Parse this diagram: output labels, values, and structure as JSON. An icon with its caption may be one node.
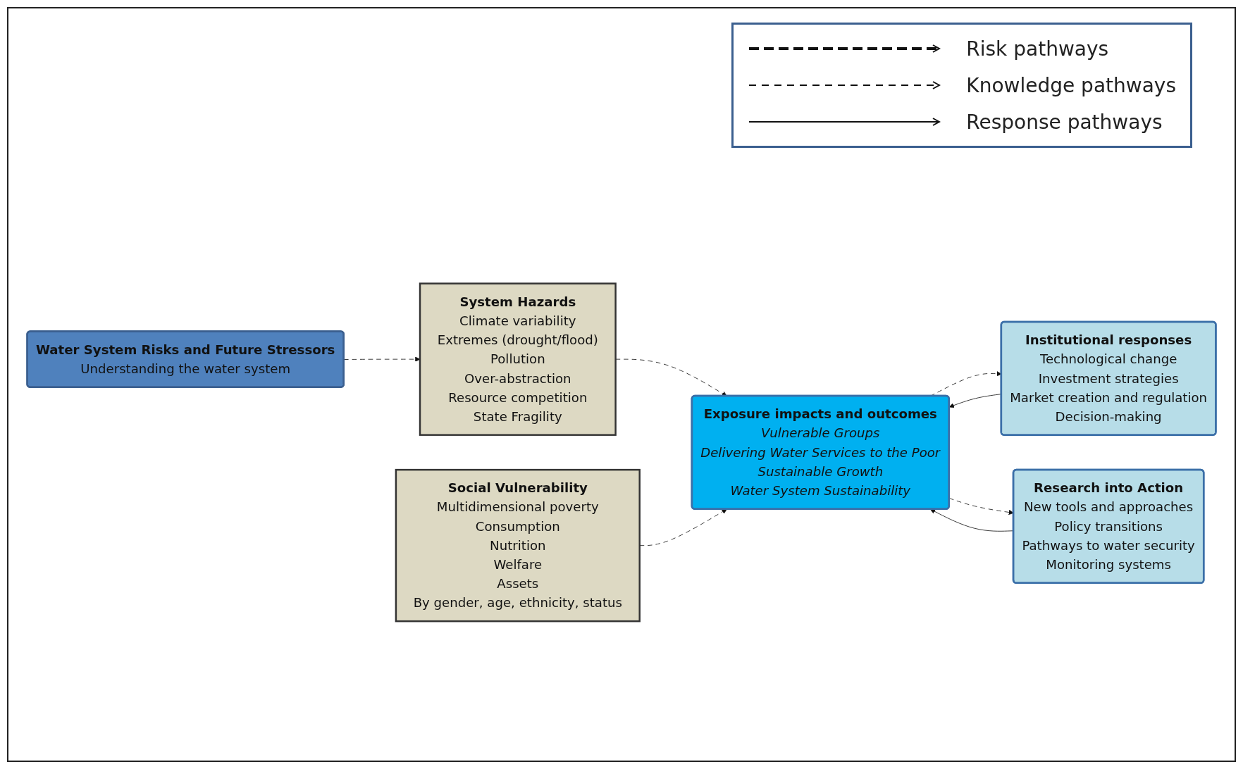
{
  "diagram": {
    "nodes": [
      {
        "text": [
          "Water System Risks and Future Stressors",
          "Understanding the water system"
        ]
      },
      {
        "text": [
          "System Hazards",
          "Climate variability",
          "Extremes (drought/flood)",
          "Pollution",
          "Over-abstraction",
          "Resource competition",
          "State Fragility"
        ]
      },
      {
        "text": [
          "Social Vulnerability",
          "Multidimensional poverty",
          "Consumption",
          "Nutrition",
          "Welfare",
          "Assets",
          "By gender, age, ethnicity, status"
        ]
      },
      {
        "text": [
          "Institutional responses",
          "Technological change",
          "Investment strategies",
          "Market creation and regulation",
          "Decision-making"
        ]
      },
      {
        "text": [
          "Exposure impacts and outcomes",
          "Vulnerable Groups",
          "Delivering Water Services to the Poor",
          "Sustainable Growth",
          "Water System Sustainability"
        ]
      },
      {
        "text": [
          "Research into Action",
          "New tools and approaches",
          "Policy transitions",
          "Pathways to water security",
          "Monitoring systems"
        ]
      }
    ],
    "edges": [
      {
        "from": 0,
        "to": 1,
        "arrow": "to",
        "style": "dashed"
      },
      {
        "from": 1,
        "to": 4,
        "arrow": "to",
        "style": "dashed"
      },
      {
        "from": 2,
        "to": 4,
        "arrow": "to",
        "style": "dashed"
      },
      {
        "from": 3,
        "to": 4,
        "arrow": "to"
      },
      {
        "from": 5,
        "to": 4,
        "arrow": "to"
      },
      {
        "from": 4,
        "to": 3,
        "arrow": "to",
        "style": "dashed"
      },
      {
        "from": 4,
        "to": 5,
        "arrow": "to",
        "style": "dashed"
      }
    ],
    "legend": [
      {
        "text": "Risk pathways"
      },
      {
        "text": "Knowledge pathways"
      },
      {
        "text": "Response pathways"
      }
    ]
  }
}
